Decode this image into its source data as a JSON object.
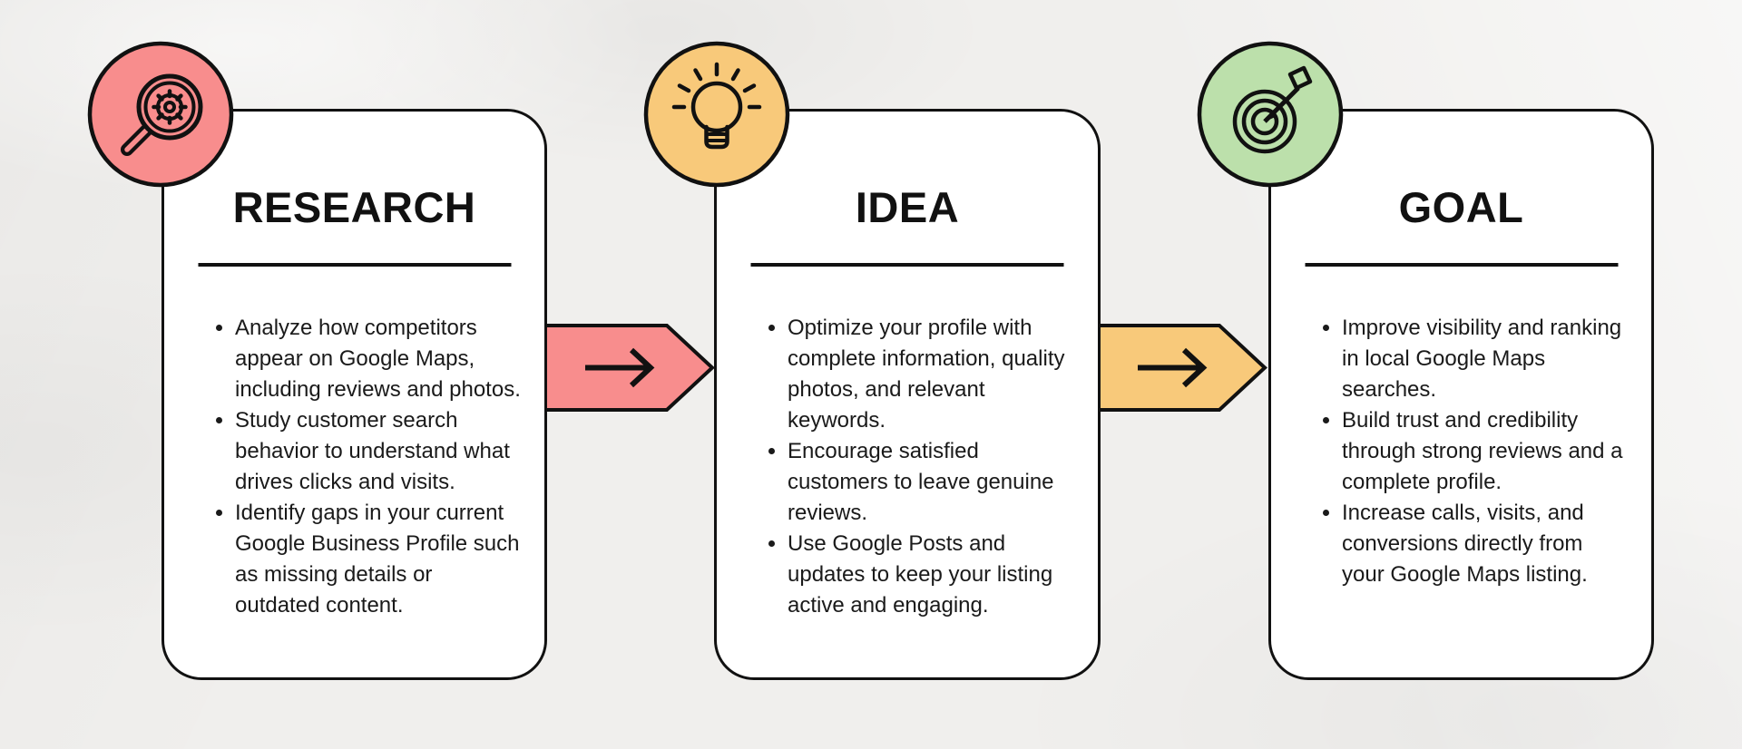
{
  "colors": {
    "page_bg": "#f0efed",
    "card_bg": "#ffffff",
    "ink": "#111111",
    "body_text": "#1a1a1a"
  },
  "cards": [
    {
      "title": "RESEARCH",
      "accent": "#F88D8D",
      "icon": "magnifier-gear-icon",
      "bullets": [
        "Analyze how competitors appear on Google Maps, including reviews and photos.",
        "Study customer search behavior to understand what drives clicks and visits.",
        "Identify gaps in your current Google Business Profile such as missing details or outdated content."
      ]
    },
    {
      "title": "IDEA",
      "accent": "#F8C97A",
      "icon": "lightbulb-icon",
      "bullets": [
        "Optimize your profile with complete information, quality photos, and relevant keywords.",
        "Encourage satisfied customers to leave genuine reviews.",
        "Use Google Posts and updates to keep your listing active and engaging."
      ]
    },
    {
      "title": "GOAL",
      "accent": "#BCE0AB",
      "icon": "target-arrow-icon",
      "bullets": [
        "Improve visibility and ranking in local Google Maps searches.",
        "Build trust and credibility through strong reviews and a complete profile.",
        "Increase calls, visits, and conversions directly from your Google Maps listing."
      ]
    }
  ],
  "arrows": [
    {
      "fill": "#F88D8D",
      "glyph": "→"
    },
    {
      "fill": "#F8C97A",
      "glyph": "→"
    }
  ]
}
